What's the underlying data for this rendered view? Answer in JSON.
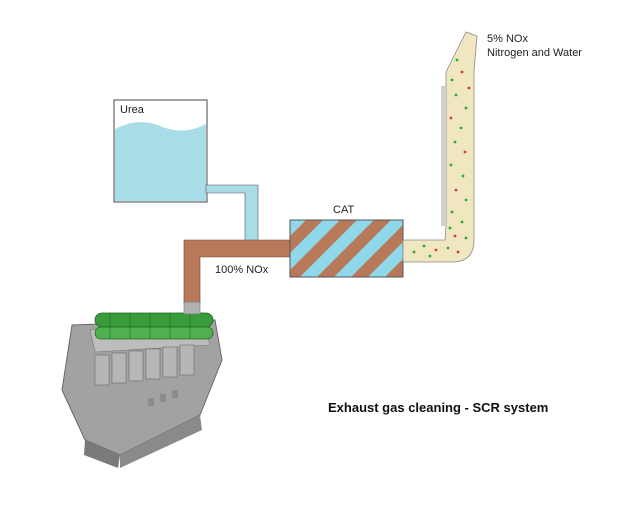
{
  "labels": {
    "urea": "Urea",
    "cat": "CAT",
    "nox_in": "100% NOx",
    "nox_out": "5% NOx",
    "output": "Nitrogen and Water",
    "title": "Exhaust gas cleaning - SCR system"
  },
  "colors": {
    "urea_fluid": "#a8dde8",
    "exhaust_pipe": "#b8795a",
    "clean_gas": "#f0e6c0",
    "dot_green": "#2fa82f",
    "dot_red": "#d83a3a",
    "engine_body": "#9a9a9a",
    "engine_green": "#3a9b3a"
  }
}
